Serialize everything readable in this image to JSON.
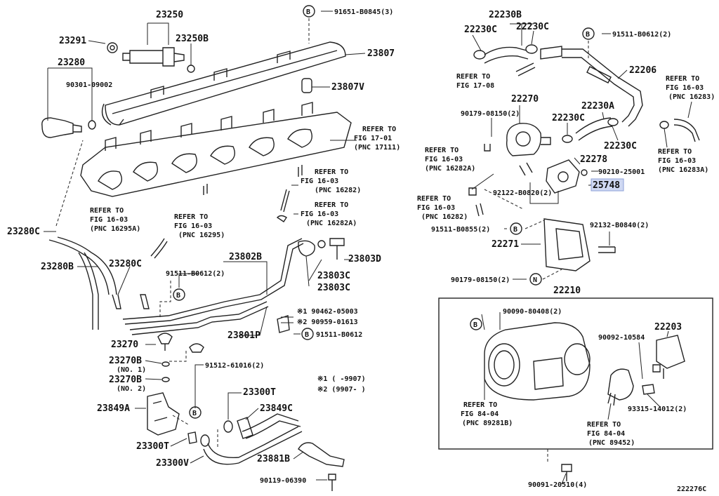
{
  "labels": {
    "l23250": "23250",
    "lB_top": "B",
    "l91651": "91651-B0845(3)",
    "l23291": "23291",
    "l23250B": "23250B",
    "l23807": "23807",
    "l23280": "23280",
    "l90301": "90301-09002",
    "l23807V": "23807V",
    "refer1701_a": "REFER TO",
    "refer1701_b": "FIG 17-01",
    "refer1701_c": "(PNC 17111)",
    "refer16282_a": "REFER TO",
    "refer16282_b": "FIG 16-03",
    "refer16282_c": "(PNC 16282)",
    "refer16282A_top_a": "REFER TO",
    "refer16282A_top_b": "FIG 16-03",
    "refer16282A_top_c": "(PNC 16282A)",
    "refer16295A_a": "REFER TO",
    "refer16295A_b": "FIG 16-03",
    "refer16295A_c": "(PNC 16295A)",
    "refer16295_a": "REFER TO",
    "refer16295_b": "FIG 16-03",
    "refer16295_c": "(PNC 16295)",
    "l23280C_left": "23280C",
    "l23280B": "23280B",
    "l23280C_mid": "23280C",
    "l23802B": "23802B",
    "l91511_mid": "91511-B0612(2)",
    "lB_mid": "B",
    "l23803D": "23803D",
    "l23803C_a": "23803C",
    "l23803C_b": "23803C",
    "note1": "※1 90462-05003",
    "note2": "※2 90959-01613",
    "lB_91511": "B",
    "l91511_B0612": "91511-B0612",
    "l23801P": "23801P",
    "l23270": "23270",
    "l23270B_1": "23270B",
    "no1": "(NO. 1)",
    "l23270B_2": "23270B",
    "no2": "(NO. 2)",
    "l91512": "91512-61016(2)",
    "range1": "※1 (     -9907)",
    "range2": "※2 (9907-     )",
    "l23300T_a": "23300T",
    "l23849C": "23849C",
    "l23849A": "23849A",
    "lB_low": "B",
    "l23300T_b": "23300T",
    "l23300V": "23300V",
    "l23881B": "23881B",
    "l90119": "90119-06390",
    "l22230B": "22230B",
    "l22230C_a": "22230C",
    "l22230C_b": "22230C",
    "lB_right": "B",
    "l91511_right": "91511-B0612(2)",
    "refer1708_a": "REFER TO",
    "refer1708_b": "FIG 17-08",
    "l22206": "22206",
    "refer16283_a": "REFER TO",
    "refer16283_b": "FIG 16-03",
    "refer16283_c": "(PNC 16283)",
    "l22270": "22270",
    "l90179_a": "90179-08150(2)",
    "l22230C_c": "22230C",
    "l22230A": "22230A",
    "l22230C_d": "22230C",
    "refer16283A_a": "REFER TO",
    "refer16283A_b": "FIG 16-03",
    "refer16283A_c": "(PNC 16283A)",
    "refer16282A_r_a": "REFER TO",
    "refer16282A_r_b": "FIG 16-03",
    "refer16282A_r_c": "(PNC 16282A)",
    "l22278": "22278",
    "l90210": "90210-25001",
    "l25748": "25748",
    "l92122": "92122-B0820(2)",
    "refer16282_r_a": "REFER TO",
    "refer16282_r_b": "FIG 16-03",
    "refer16282_r_c": "(PNC 16282)",
    "l91511_B0855": "91511-B0855(2)",
    "lB_B0855": "B",
    "l92132": "92132-B0840(2)",
    "l22271": "22271",
    "l90179_b": "90179-08150(2)",
    "lN": "N",
    "l22210": "22210",
    "lB_box": "B",
    "l90090": "90090-80408(2)",
    "l90092": "90092-10584",
    "l22203": "22203",
    "refer8404_a": "REFER TO",
    "refer8404_b": "FIG 84-04",
    "refer8404_c": "(PNC 89281B)",
    "refer89452_a": "REFER TO",
    "refer89452_b": "FIG 84-04",
    "refer89452_c": "(PNC 89452)",
    "l93315": "93315-14012(2)",
    "l90091": "90091-20510(4)",
    "figcode": "222276C"
  },
  "colors": {
    "line": "#222222",
    "highlight_fill": "#cfd8f2",
    "highlight_stroke": "#8ea0d8",
    "background": "#ffffff"
  }
}
